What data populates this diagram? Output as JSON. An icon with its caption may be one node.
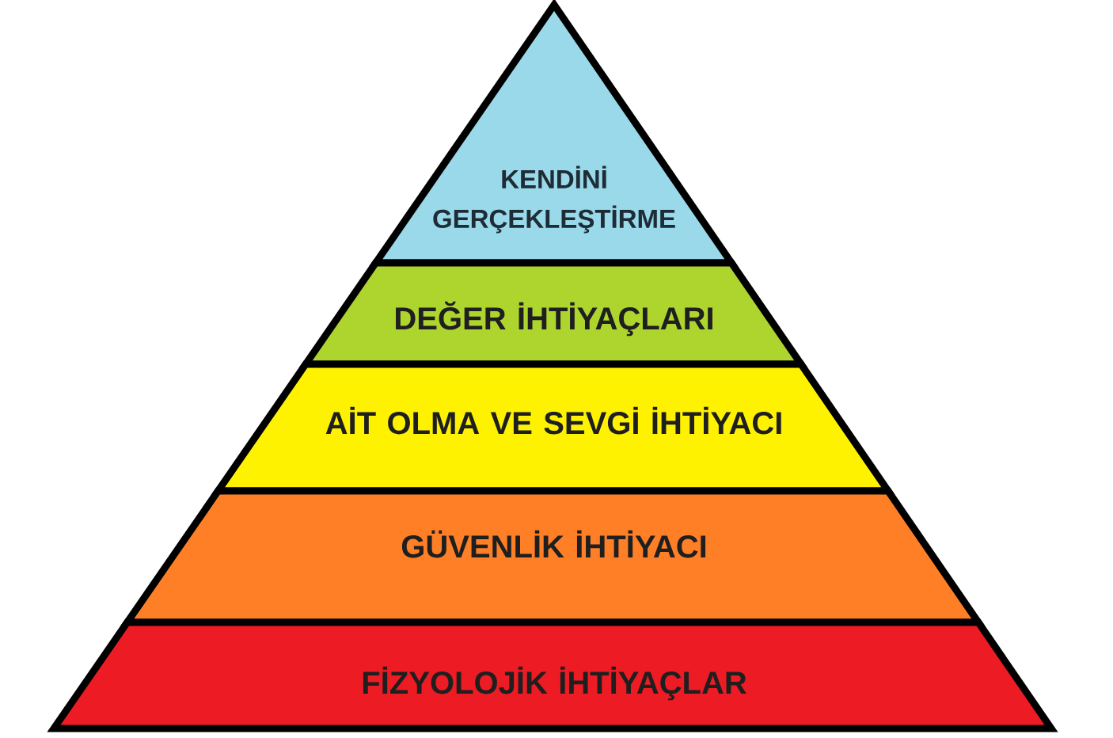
{
  "diagram": {
    "nodes": [
      {
        "text": [
          "KENDİNİ GERÇEKLEŞTİRME"
        ]
      },
      {
        "text": [
          "DEĞER İHTİYAÇLARI"
        ]
      },
      {
        "text": [
          "AİT OLMA VE SEVGİ İHTİYACI"
        ]
      },
      {
        "text": [
          "GÜVENLİK İHTİYACI"
        ]
      },
      {
        "text": [
          "FİZYOLOJİK İHTİYAÇLAR"
        ]
      }
    ]
  }
}
